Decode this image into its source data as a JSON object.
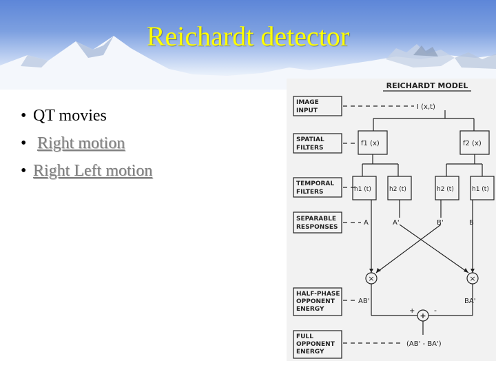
{
  "slide": {
    "title": "Reichardt detector",
    "bullets": [
      {
        "marker": "•",
        "text": "QT movies",
        "is_link": false
      },
      {
        "marker": "•",
        "text": "Right motion",
        "is_link": true
      },
      {
        "marker": "•",
        "text": "Right Left motion",
        "is_link": true
      }
    ]
  },
  "diagram": {
    "title": "REICHARDT MODEL",
    "stages": [
      {
        "lines": [
          "IMAGE",
          "INPUT"
        ]
      },
      {
        "lines": [
          "SPATIAL",
          "FILTERS"
        ]
      },
      {
        "lines": [
          "TEMPORAL",
          "FILTERS"
        ]
      },
      {
        "lines": [
          "SEPARABLE",
          "RESPONSES"
        ]
      },
      {
        "lines": [
          "HALF-PHASE",
          "OPPONENT",
          "ENERGY"
        ]
      },
      {
        "lines": [
          "FULL",
          "OPPONENT",
          "ENERGY"
        ]
      }
    ],
    "input_label": "I (x,t)",
    "spatial_filters": [
      "f1 (x)",
      "f2 (x)"
    ],
    "temporal_filters": [
      "h1 (t)",
      "h2 (t)",
      "h2 (t)",
      "h1 (t)"
    ],
    "responses": [
      "A",
      "A'",
      "B'",
      "B"
    ],
    "multiply_symbol": "×",
    "sum_symbol": "+",
    "half_phase_outputs": [
      "AB'",
      "BA'"
    ],
    "plus_sign": "+",
    "minus_sign": "-",
    "full_output": "(AB' - BA')"
  },
  "colors": {
    "title": "#ffff00",
    "link_text": "#7f7f7f",
    "sky_top": "#5d86d8",
    "diagram_bg": "#f2f2f2",
    "diagram_ink": "#222222"
  }
}
